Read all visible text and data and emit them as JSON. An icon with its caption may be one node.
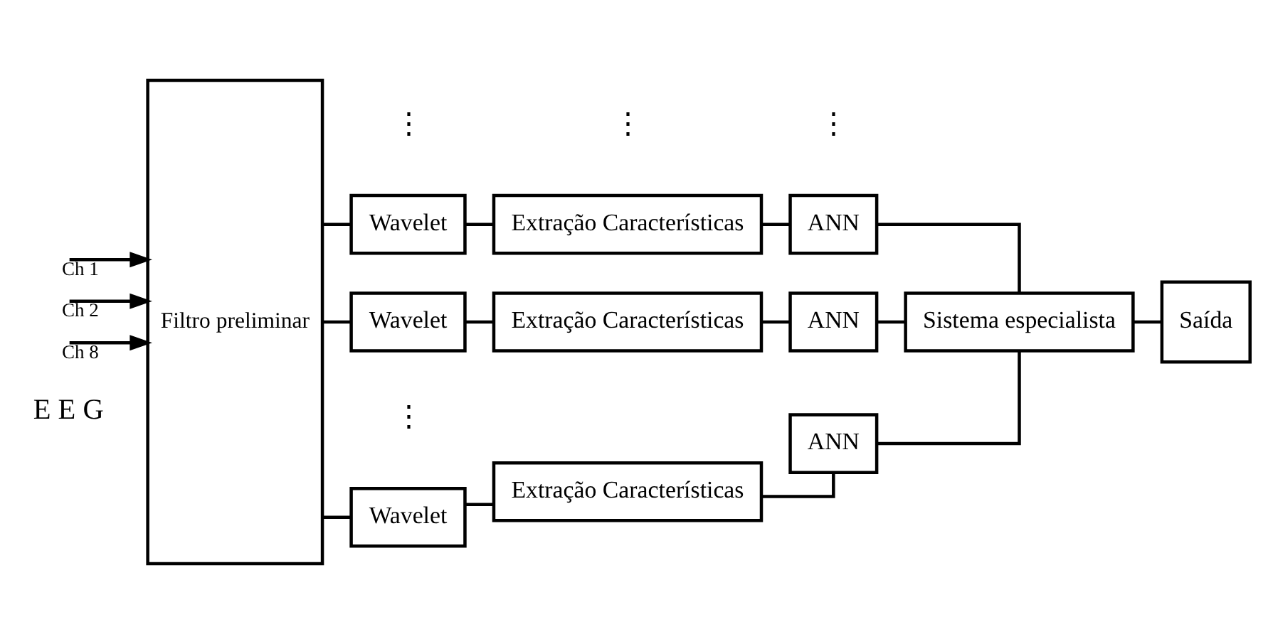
{
  "diagram": {
    "nodes": [
      {
        "text": [
          "Filtro preliminar"
        ]
      },
      {
        "text": [
          "Wavelet"
        ]
      },
      {
        "text": [
          "Extração Características"
        ]
      },
      {
        "text": [
          "ANN"
        ]
      },
      {
        "text": [
          "Wavelet"
        ]
      },
      {
        "text": [
          "Extração Características"
        ]
      },
      {
        "text": [
          "ANN"
        ]
      },
      {
        "text": [
          "Wavelet"
        ]
      },
      {
        "text": [
          "Extração Características"
        ]
      },
      {
        "text": [
          "ANN"
        ]
      },
      {
        "text": [
          "Sistema especialista"
        ]
      },
      {
        "text": [
          "Saída"
        ]
      }
    ],
    "edges": [
      {
        "from": null,
        "to": 0,
        "arrow": "to",
        "label": "Ch 1"
      },
      {
        "from": null,
        "to": 0,
        "arrow": "to",
        "label": "Ch 2"
      },
      {
        "from": null,
        "to": 0,
        "arrow": "to",
        "label": "Ch 8"
      },
      {
        "from": 0,
        "to": 1,
        "arrow": "none"
      },
      {
        "from": 1,
        "to": 2,
        "arrow": "none"
      },
      {
        "from": 2,
        "to": 3,
        "arrow": "none"
      },
      {
        "from": 0,
        "to": 4,
        "arrow": "none"
      },
      {
        "from": 4,
        "to": 5,
        "arrow": "none"
      },
      {
        "from": 5,
        "to": 6,
        "arrow": "none"
      },
      {
        "from": 0,
        "to": 7,
        "arrow": "none"
      },
      {
        "from": 7,
        "to": 8,
        "arrow": "none"
      },
      {
        "from": 8,
        "to": 9,
        "arrow": "none"
      },
      {
        "from": 3,
        "to": 10,
        "arrow": "none"
      },
      {
        "from": 6,
        "to": 10,
        "arrow": "none"
      },
      {
        "from": 9,
        "to": 10,
        "arrow": "none"
      },
      {
        "from": 10,
        "to": 11,
        "arrow": "none"
      }
    ],
    "labels": [
      "E E G",
      "⋮",
      "⋮",
      "⋮",
      "⋮"
    ]
  }
}
